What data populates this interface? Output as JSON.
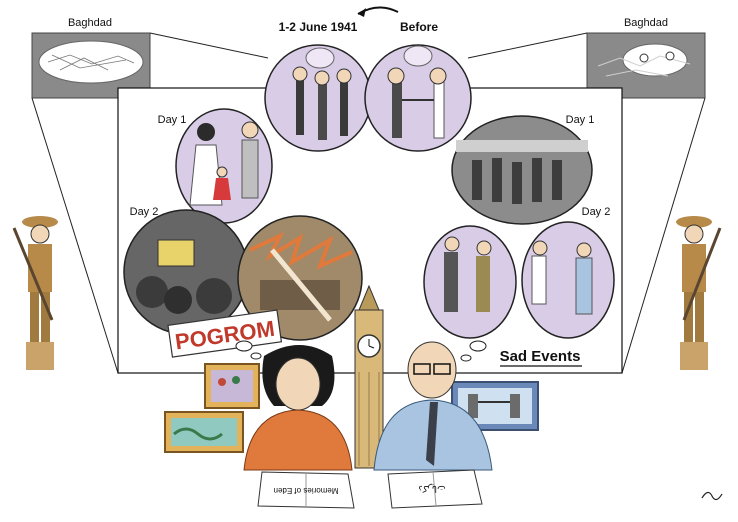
{
  "header": {
    "date_label": "1-2 June 1941",
    "before_label": "Before"
  },
  "maps": {
    "left_label": "Baghdad",
    "right_label": "Baghdad"
  },
  "panels": {
    "left_day1": "Day 1",
    "left_day2": "Day 2",
    "right_day1": "Day 1",
    "right_day2": "Day 2"
  },
  "captions": {
    "pogrom": "POGROM",
    "sad_events": "Sad Events"
  },
  "books": {
    "woman_book": "Memories of Eden",
    "man_book": "ذكريات"
  },
  "colors": {
    "pogrom_red": "#c0392b",
    "map_gray": "#8a8a8a",
    "lavender": "#d9cce6",
    "khaki": "#b88a4a",
    "orange_shirt": "#e07a3c",
    "blue_shirt": "#a9c4e0"
  }
}
